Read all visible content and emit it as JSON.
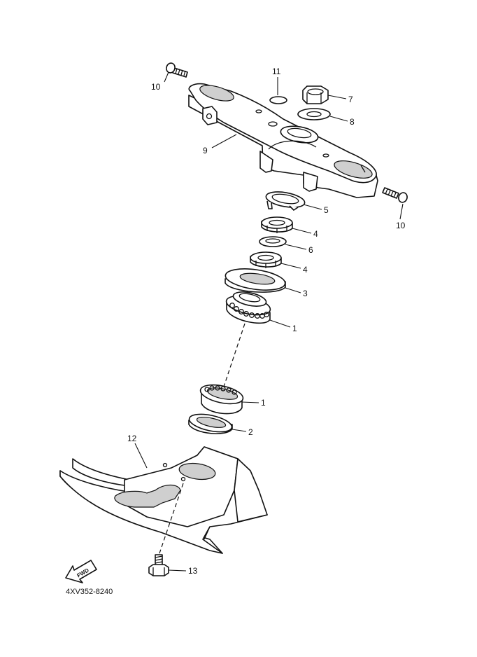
{
  "callouts": {
    "c1a": "1",
    "c1b": "1",
    "c2": "2",
    "c3": "3",
    "c4a": "4",
    "c4b": "4",
    "c5": "5",
    "c6": "6",
    "c7": "7",
    "c8": "8",
    "c9": "9",
    "c10a": "10",
    "c10b": "10",
    "c11": "11",
    "c12": "12",
    "c13": "13"
  },
  "fwd_label": "FWD",
  "diagram_code": "4XV352-8240"
}
